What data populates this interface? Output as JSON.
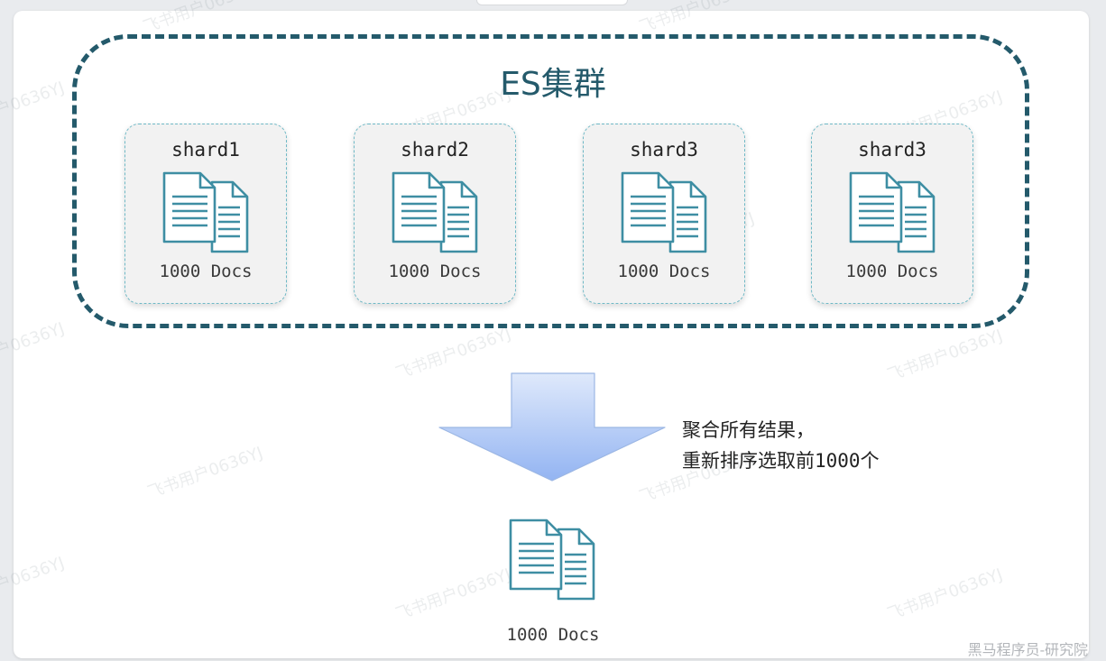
{
  "cluster": {
    "title": "ES集群"
  },
  "shards": [
    {
      "name": "shard1",
      "docs": "1000 Docs"
    },
    {
      "name": "shard2",
      "docs": "1000 Docs"
    },
    {
      "name": "shard3",
      "docs": "1000 Docs"
    },
    {
      "name": "shard3",
      "docs": "1000 Docs"
    }
  ],
  "note": {
    "line1": "聚合所有结果，",
    "line2": "重新排序选取前1000个"
  },
  "result": {
    "docs": "1000 Docs"
  },
  "brand": "黑马程序员-研究院",
  "watermark": "飞书用户0636YJ",
  "icons": {
    "document": "document-stack-icon",
    "arrow": "down-arrow-icon"
  },
  "colors": {
    "cluster_border": "#245a6b",
    "shard_border": "#6fb9c6",
    "icon_stroke": "#3e8ea3",
    "arrow_top": "#dfe9fb",
    "arrow_bottom": "#93b4f2"
  }
}
